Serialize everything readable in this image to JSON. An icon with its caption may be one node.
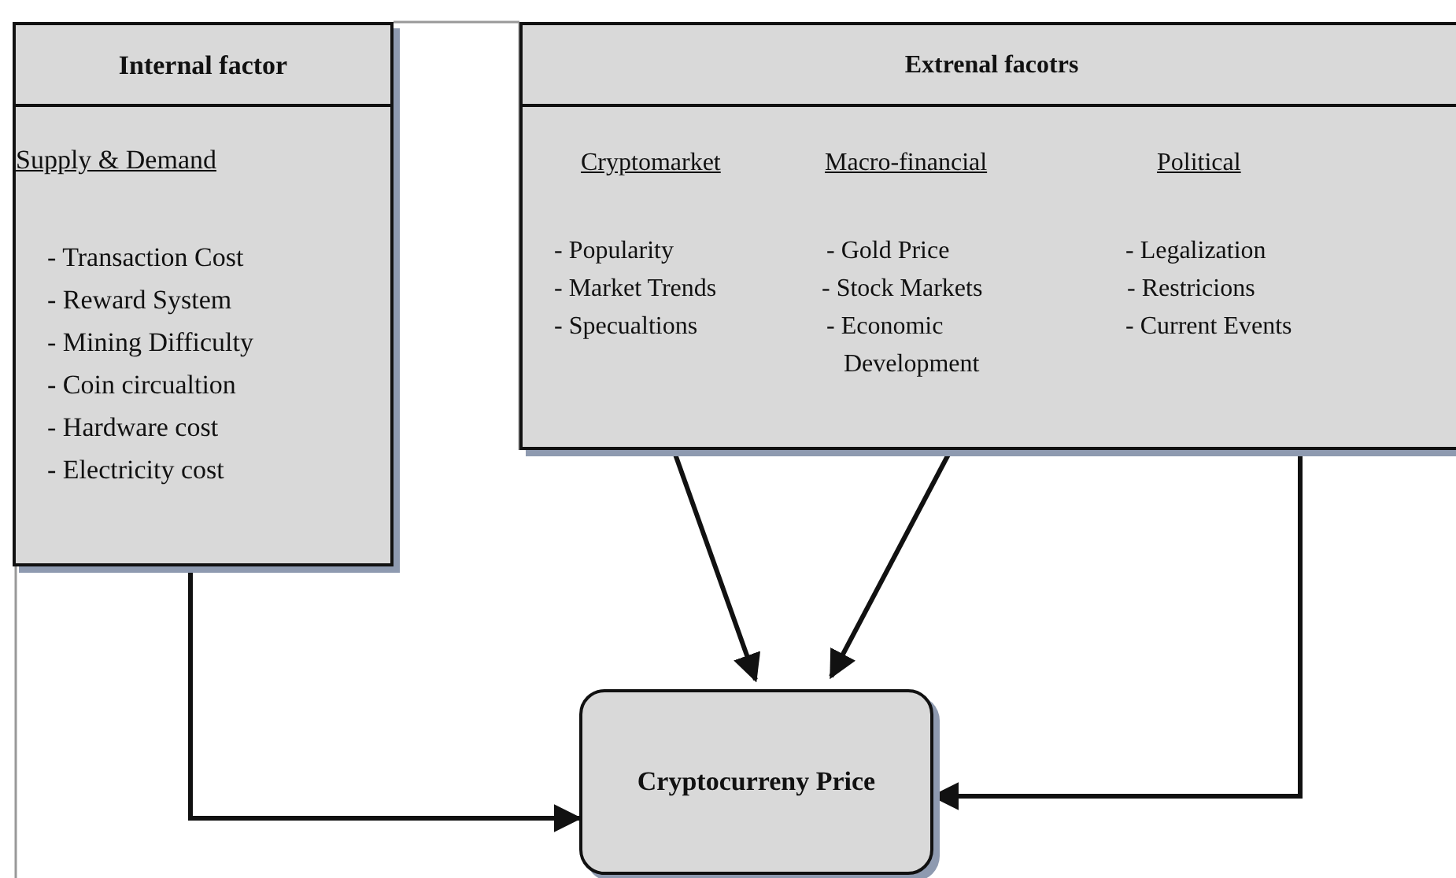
{
  "diagram": {
    "nodes": [
      {
        "text": [
          "Internal factor",
          "Supply & Demand",
          "- Transaction Cost",
          "- Reward System",
          "- Mining Difficulty",
          "- Coin circualtion",
          "- Hardware cost",
          "- Electricity cost"
        ]
      },
      {
        "text": [
          "Extrenal facotrs",
          "Cryptomarket",
          "- Popularity",
          "- Market Trends",
          "- Specualtions",
          "Macro-financial",
          "- Gold Price",
          "- Stock Markets",
          "- Economic Development",
          "Political",
          "- Legalization",
          "- Restricions",
          "- Current Events"
        ]
      },
      {
        "text": [
          "Cryptocurreny Price"
        ]
      }
    ],
    "edges": [
      {
        "from": 0,
        "to": 2,
        "arrow": "to"
      },
      {
        "from": 1,
        "to": 2,
        "arrow": "to"
      },
      {
        "from": 1,
        "to": 2,
        "arrow": "to"
      },
      {
        "from": 1,
        "to": 2,
        "arrow": "to"
      }
    ]
  }
}
